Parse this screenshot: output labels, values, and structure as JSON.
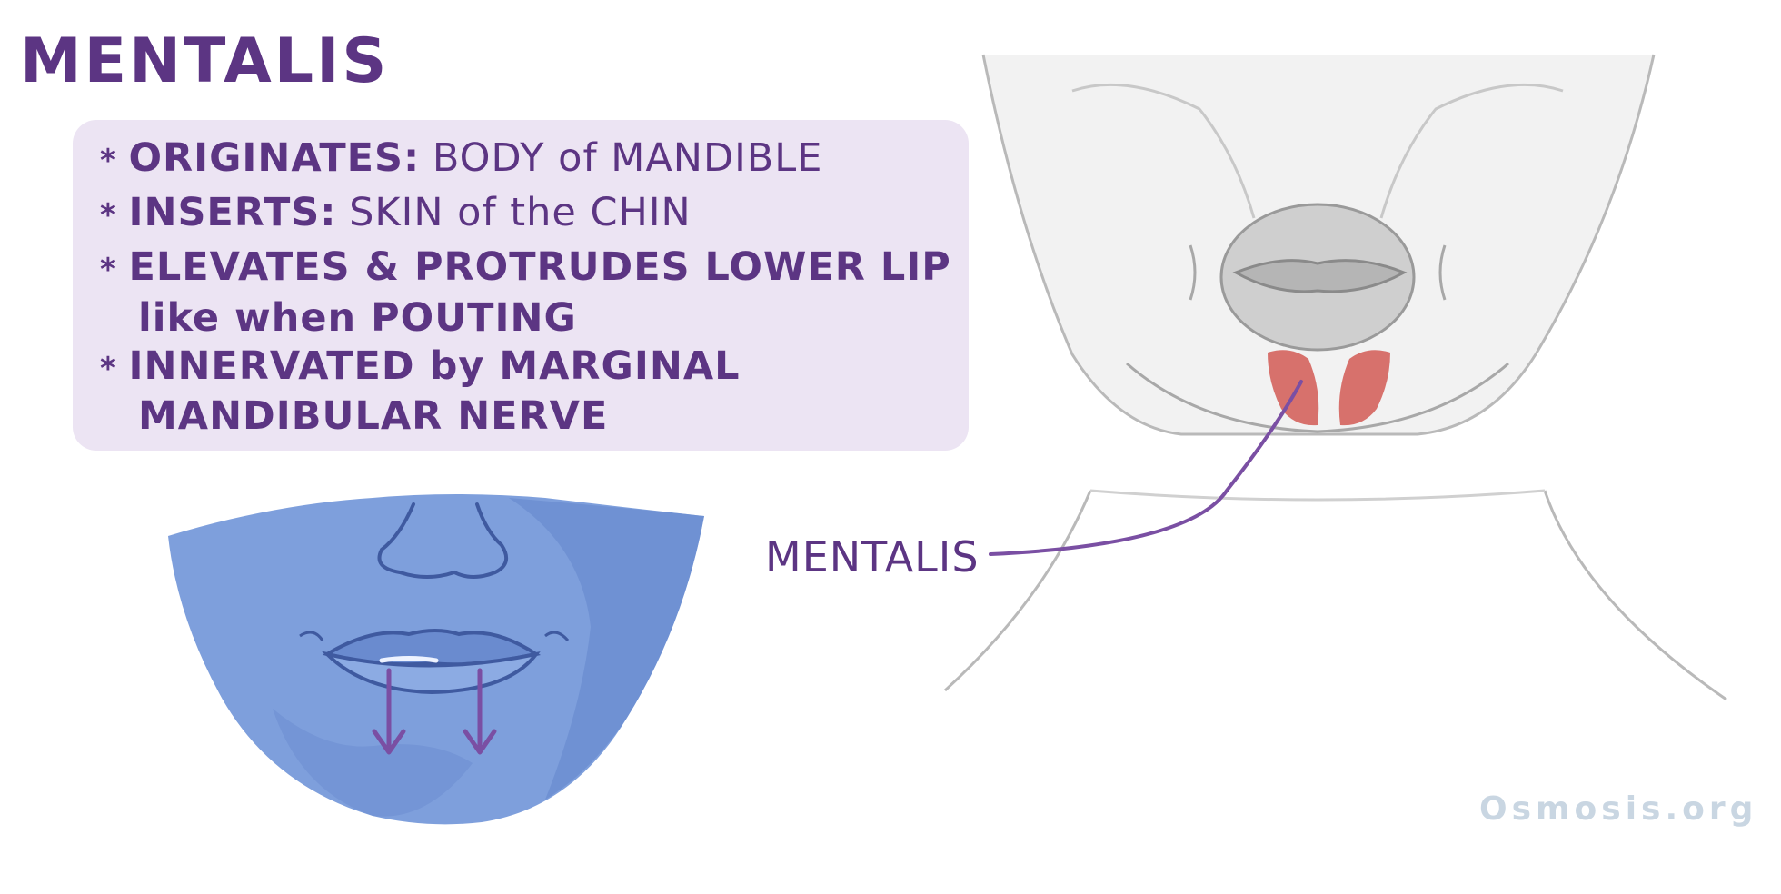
{
  "title": "MENTALIS",
  "info": {
    "bullet": "*",
    "originates_key": "ORIGINATES:",
    "originates_val": "BODY of MANDIBLE",
    "inserts_key": "INSERTS:",
    "inserts_val": "SKIN of the CHIN",
    "action": "ELEVATES & PROTRUDES LOWER LIP",
    "action_detail": "like when POUTING",
    "innervation_1": "INNERVATED by MARGINAL",
    "innervation_2": "MANDIBULAR NERVE"
  },
  "label": "MENTALIS",
  "watermark": "Osmosis.org",
  "colors": {
    "title": "#5c3583",
    "infobox_bg": "#ece4f3",
    "face_blue": "#7e9fdc",
    "muscle_red": "#d25a55",
    "arrow": "#7a4fa3"
  }
}
